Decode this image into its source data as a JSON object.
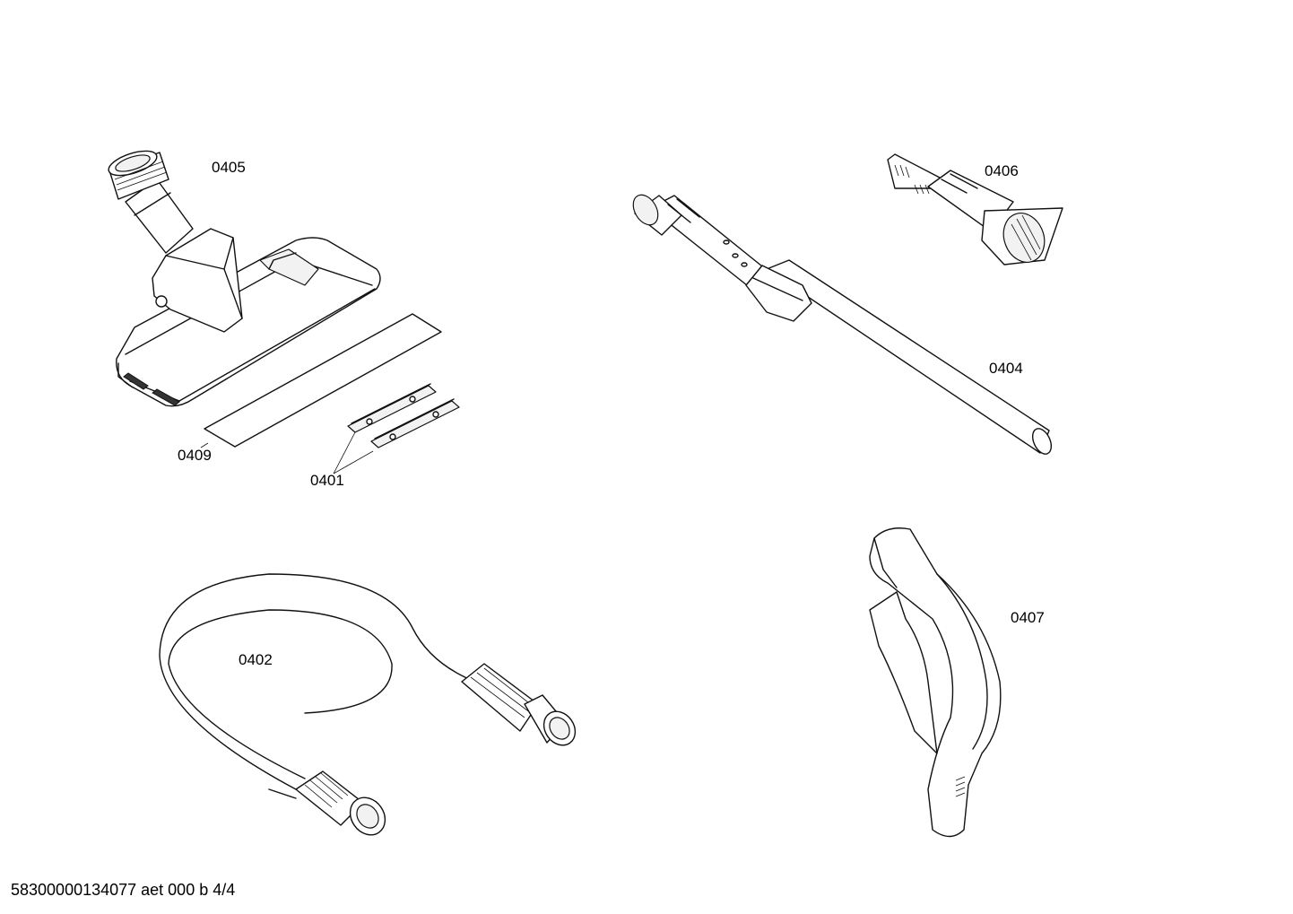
{
  "parts": [
    {
      "id": "floor-nozzle",
      "number": "0405"
    },
    {
      "id": "crevice-nozzle",
      "number": "0406"
    },
    {
      "id": "telescopic-tube",
      "number": "0404"
    },
    {
      "id": "felt-strip",
      "number": "0409"
    },
    {
      "id": "glide-strips",
      "number": "0401"
    },
    {
      "id": "suction-hose",
      "number": "0402"
    },
    {
      "id": "hose-handle",
      "number": "0407"
    }
  ],
  "footer": {
    "document_code": "58300000134077 aet 000 b 4/4"
  }
}
